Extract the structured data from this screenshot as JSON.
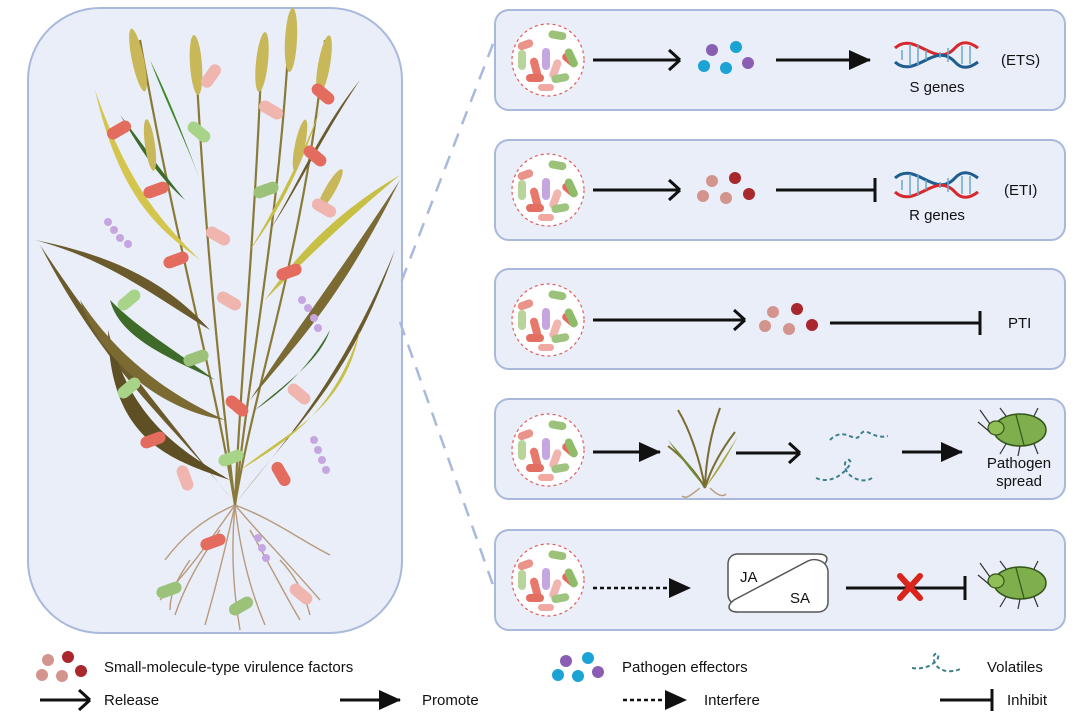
{
  "panels": [
    {
      "id": "ets",
      "gene_label": "S genes",
      "tag": "(ETS)"
    },
    {
      "id": "eti",
      "gene_label": "R genes",
      "tag": "(ETI)"
    },
    {
      "id": "pti",
      "tag": "PTI"
    },
    {
      "id": "spread",
      "outcome_line1": "Pathogen",
      "outcome_line2": "spread"
    },
    {
      "id": "hormone",
      "ja": "JA",
      "sa": "SA"
    }
  ],
  "legend": {
    "virulence_factors": "Small-molecule-type virulence factors",
    "effectors": "Pathogen effectors",
    "volatiles": "Volatiles",
    "release": "Release",
    "promote": "Promote",
    "interfere": "Interfere",
    "inhibit": "Inhibit"
  },
  "colors": {
    "panel_fill": "#e9eef8",
    "panel_stroke": "#a9b9dc",
    "leaf_dark": "#6b5a2b",
    "leaf_light": "#c8bf45",
    "factor_light": "#d4948e",
    "factor_dark": "#a8282e",
    "effector_purple": "#8a5fb3",
    "effector_cyan": "#1ca3d6",
    "volatile": "#3e7f8c",
    "block_cross": "#d9251c"
  }
}
